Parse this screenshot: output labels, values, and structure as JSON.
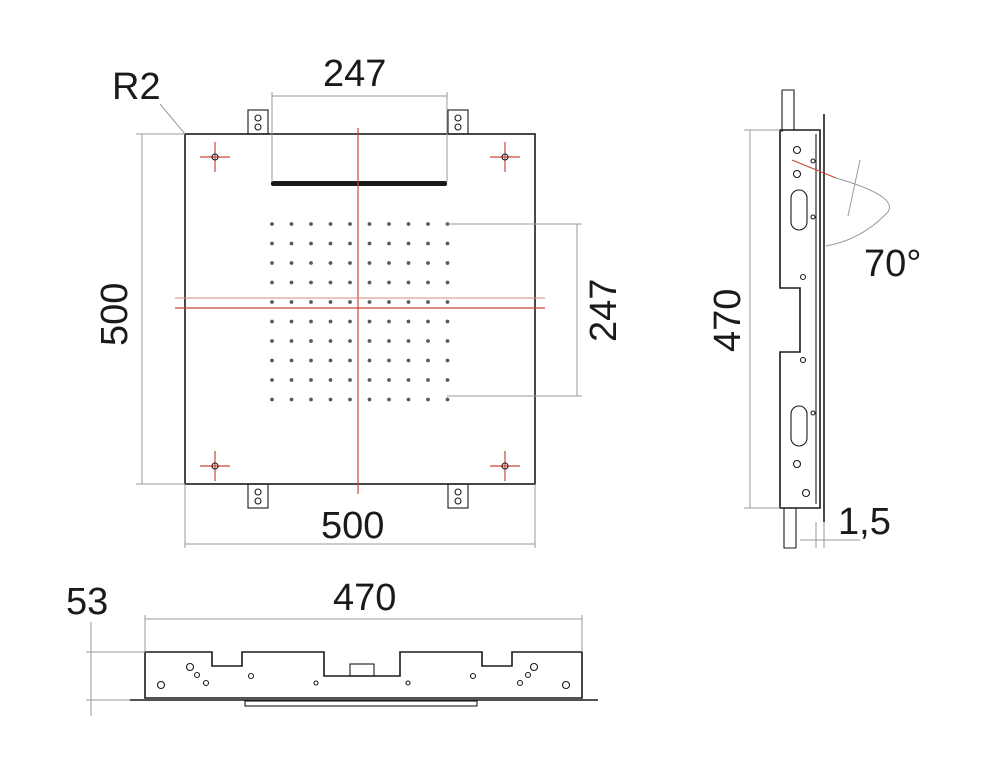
{
  "front_view": {
    "corner_radius_label": "R2",
    "top_width_label": "247",
    "height_label": "500",
    "nozzle_field_label": "247",
    "bottom_width_label": "500"
  },
  "side_view": {
    "height_label": "470",
    "angle_label": "70°",
    "thickness_label": "1,5"
  },
  "bottom_view": {
    "height_label": "53",
    "width_label": "470"
  },
  "colors": {
    "outline": "#1a1a1a",
    "dimension": "#9a9a9a",
    "centerline": "#c9473b"
  }
}
